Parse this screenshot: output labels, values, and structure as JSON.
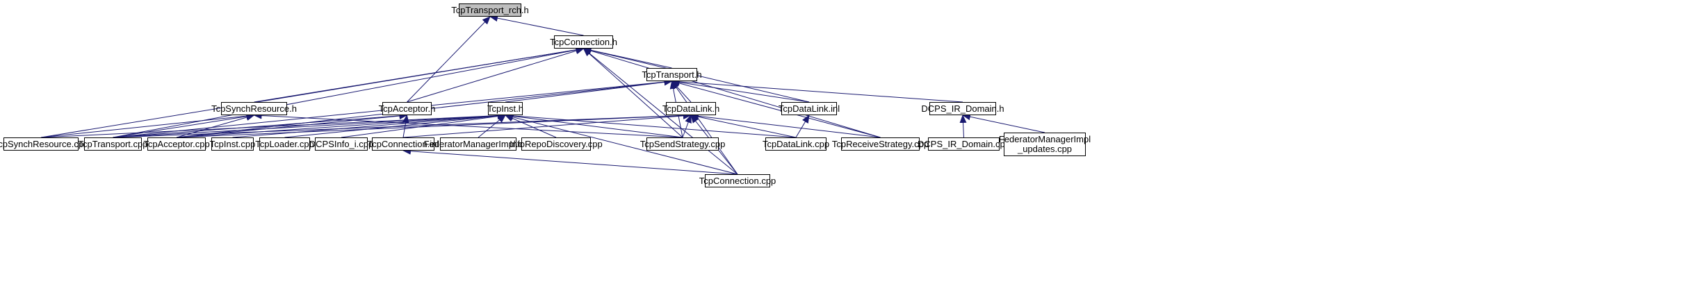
{
  "colors": {
    "edge": "#191970",
    "node_border": "#000000",
    "node_fill": "#ffffff",
    "root_fill": "#bfbfbf"
  },
  "nodes": {
    "tcptransport_rch_h": "TcpTransport_rch.h",
    "tcpconnection_h": "TcpConnection.h",
    "tcptransport_h": "TcpTransport.h",
    "tcpsynchresource_h": "TcpSynchResource.h",
    "tcpacceptor_h": "TcpAcceptor.h",
    "tcpinst_h": "TcpInst.h",
    "tcpdatalink_h": "TcpDataLink.h",
    "tcpdatalink_inl": "TcpDataLink.inl",
    "dcps_ir_domain_h": "DCPS_IR_Domain.h",
    "tcpsynchresource_cpp": "TcpSynchResource.cpp",
    "tcptransport_cpp": "TcpTransport.cpp",
    "tcpacceptor_cpp": "TcpAcceptor.cpp",
    "tcpinst_cpp": "TcpInst.cpp",
    "tcploader_cpp": "TcpLoader.cpp",
    "dcpsinfo_i_cpp": "DCPSInfo_i.cpp",
    "tcpconnection_inl": "TcpConnection.inl",
    "federatormanagerimpl_cpp": "FederatorManagerImpl.cpp",
    "inforepodiscovery_cpp": "InfoRepoDiscovery.cpp",
    "tcpsendstrategy_cpp": "TcpSendStrategy.cpp",
    "tcpdatalink_cpp": "TcpDataLink.cpp",
    "tcpreceivestrategy_cpp": "TcpReceiveStrategy.cpp",
    "dcps_ir_domain_cpp": "DCPS_IR_Domain.cpp",
    "federatormanagerimpl_updates_cpp": "FederatorManagerImpl\n_updates.cpp",
    "tcpconnection_cpp": "TcpConnection.cpp"
  }
}
